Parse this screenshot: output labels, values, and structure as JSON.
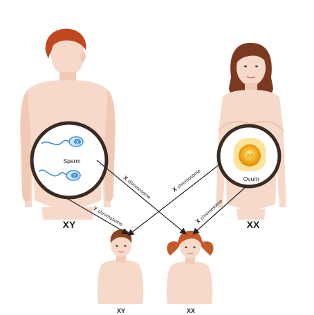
{
  "parents": {
    "father": {
      "genotype": "XY",
      "cell_label": "Sperm"
    },
    "mother": {
      "genotype": "XX",
      "cell_label": "Ovum",
      "nucleus_label": "XX"
    }
  },
  "children": {
    "boy": {
      "genotype": "XY"
    },
    "girl": {
      "genotype": "XX"
    }
  },
  "arrows": {
    "father_x": {
      "letter": "X",
      "word": "chromosome"
    },
    "father_y": {
      "letter": "Y",
      "word": "chromosome"
    },
    "mother_x1": {
      "letter": "X",
      "word": "chromosome"
    },
    "mother_x2": {
      "letter": "X",
      "word": "chromosome"
    }
  },
  "sperm_glyphs": {
    "top": "X",
    "bottom": "Y"
  },
  "colors": {
    "skin": "#f7d9c9",
    "skin_shade": "#edc3ad",
    "male_hair": "#c0471f",
    "female_hair": "#7a3a22",
    "child_hair": "#8a4422",
    "girl_hair": "#c45a2a",
    "sperm": "#3a8fd8",
    "ovum_yellow": "#f2b21c",
    "ovum_rim": "#fbe39a"
  }
}
